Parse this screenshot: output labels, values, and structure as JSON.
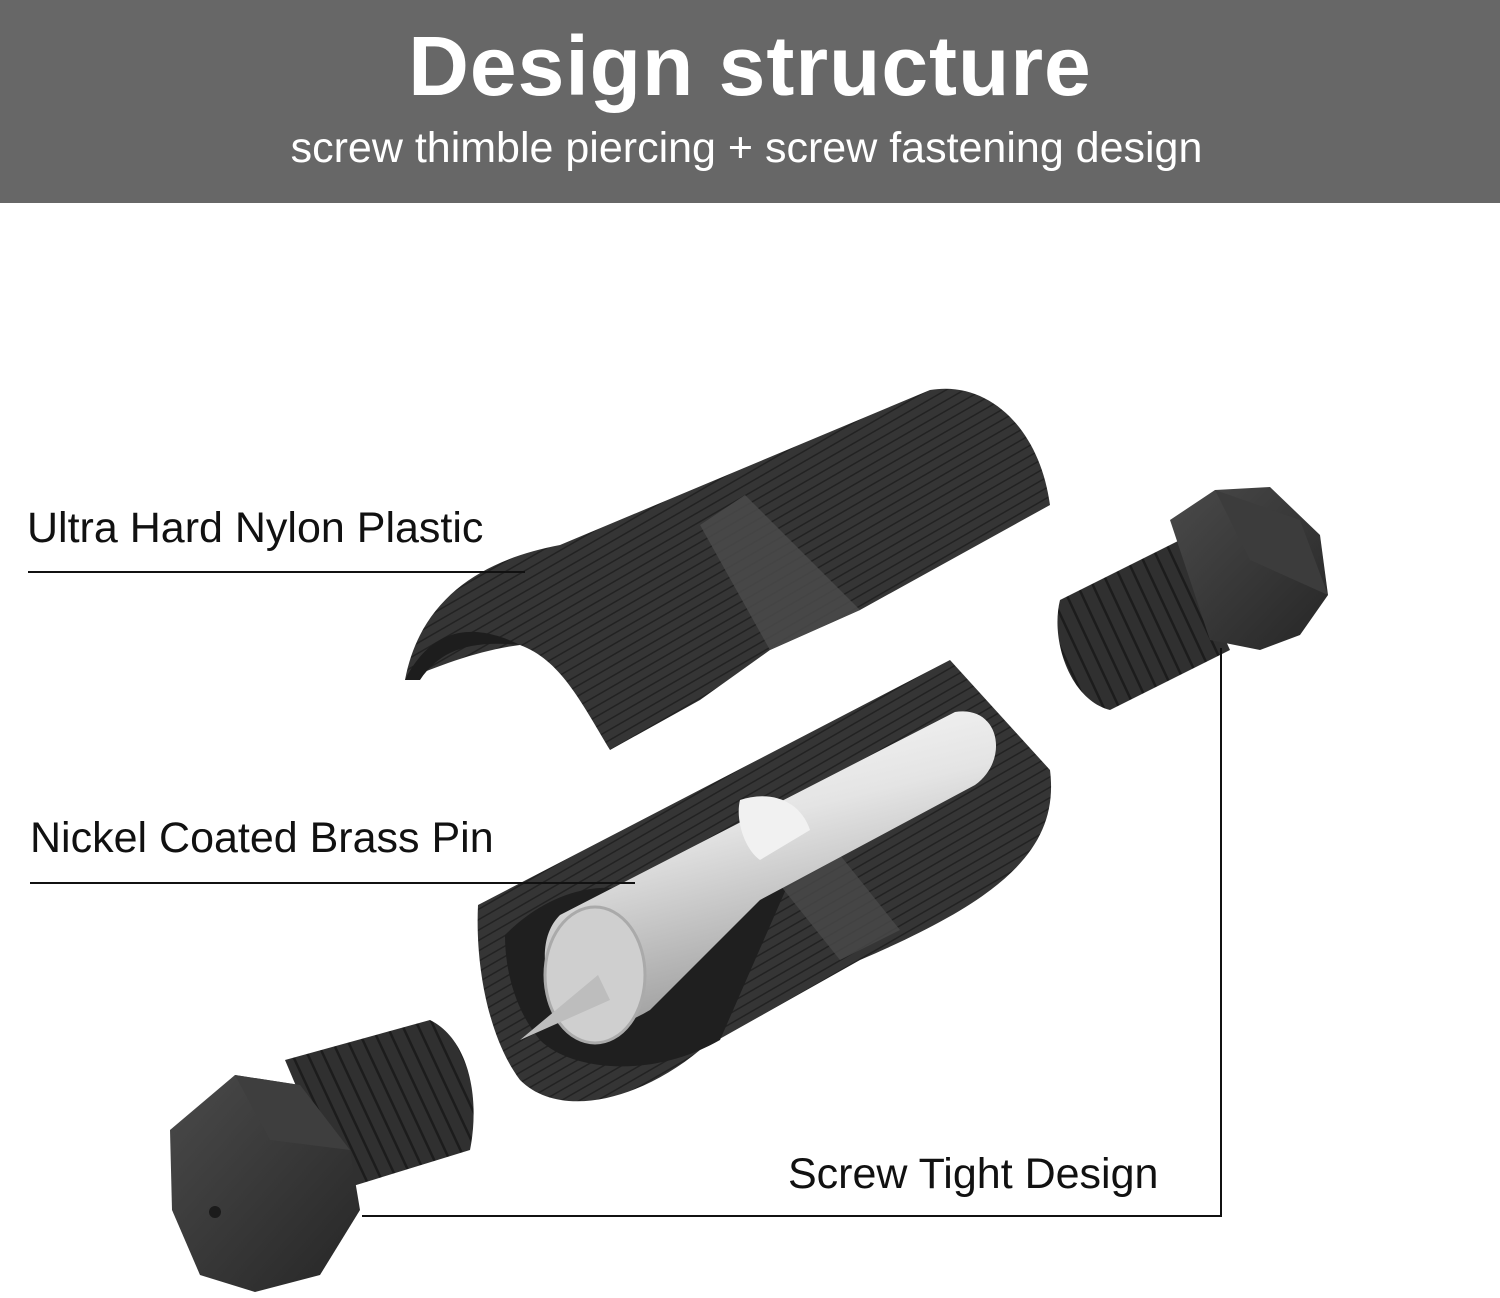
{
  "banner": {
    "title": "Design structure",
    "subtitle": "screw thimble piercing + screw fastening design",
    "background_color": "#676767"
  },
  "callouts": {
    "nylon": "Ultra Hard Nylon Plastic",
    "pin": "Nickel Coated Brass Pin",
    "screw": "Screw Tight Design"
  },
  "colors": {
    "plastic": "#333333",
    "metal": "#d9d9d9"
  }
}
